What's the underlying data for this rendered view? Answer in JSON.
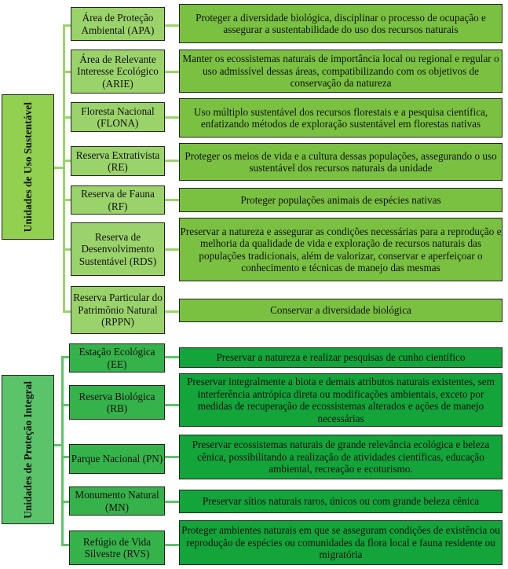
{
  "groups": [
    {
      "title": "Unidades de Uso Sustentável",
      "color": "#92d050",
      "items": [
        {
          "name": "Área de Proteção Ambiental (APA)",
          "desc": "Proteger a diversidade biológica, disciplinar o processo de ocupação e assegurar a sustentabilidade do uso dos recursos naturais"
        },
        {
          "name": "Área de Relevante Interesse Ecológico (ARIE)",
          "desc": "Manter os ecossistemas naturais de importância local ou regional e regular o uso admissível dessas áreas, compatibilizando com os objetivos de conservação da natureza"
        },
        {
          "name": "Floresta Nacional (FLONA)",
          "desc": "Uso múltiplo sustentável dos recursos florestais e a pesquisa científica, enfatizando métodos de exploração sustentável em florestas nativas"
        },
        {
          "name": "Reserva Extrativista (RE)",
          "desc": "Proteger os meios de vida e a cultura dessas populações, assegurando o uso sustentável dos recursos naturais da unidade"
        },
        {
          "name": "Reserva de Fauna (RF)",
          "desc": "Proteger populações animais de espécies nativas"
        },
        {
          "name": "Reserva de Desenvolvimento Sustentável (RDS)",
          "desc": "Preservar a natureza e assegurar as condições necessárias para a reprodução e melhoria da qualidade de vida e exploração de recursos naturais das populações tradicionais, além de valorizar, conservar e aperfeiçoar o conhecimento e técnicas de manejo das mesmas"
        },
        {
          "name": "Reserva Particular do Patrimônio Natural (RPPN)",
          "desc": "Conservar a diversidade biológica"
        }
      ]
    },
    {
      "title": "Unidades de Proteção Integral",
      "color": "#36b24a",
      "items": [
        {
          "name": "Estação Ecológica (EE)",
          "desc": "Preservar a natureza e realizar pesquisas de cunho científico"
        },
        {
          "name": "Reserva Biológica (RB)",
          "desc": "Preservar integralmente a biota e demais atributos naturais existentes, sem interferência antrópica direta ou modificações ambientais, exceto por medidas de recuperação de ecossistemas alterados e ações de manejo necessárias"
        },
        {
          "name": "Parque Nacional (PN)",
          "desc": "Preservar ecossistemas naturais de grande relevância ecológica e beleza cênica, possibilitando a realização de atividades científicas, educação ambiental, recreação e ecoturismo."
        },
        {
          "name": "Monumento Natural (MN)",
          "desc": "Preservar sítios naturais raros, únicos ou com grande beleza cênica"
        },
        {
          "name": "Refúgio de Vida Silvestre (RVS)",
          "desc": "Proteger ambientes naturais em que se asseguram condições de existência ou reprodução de espécies ou comunidades da flora local e fauna residente ou migratória"
        }
      ]
    }
  ]
}
